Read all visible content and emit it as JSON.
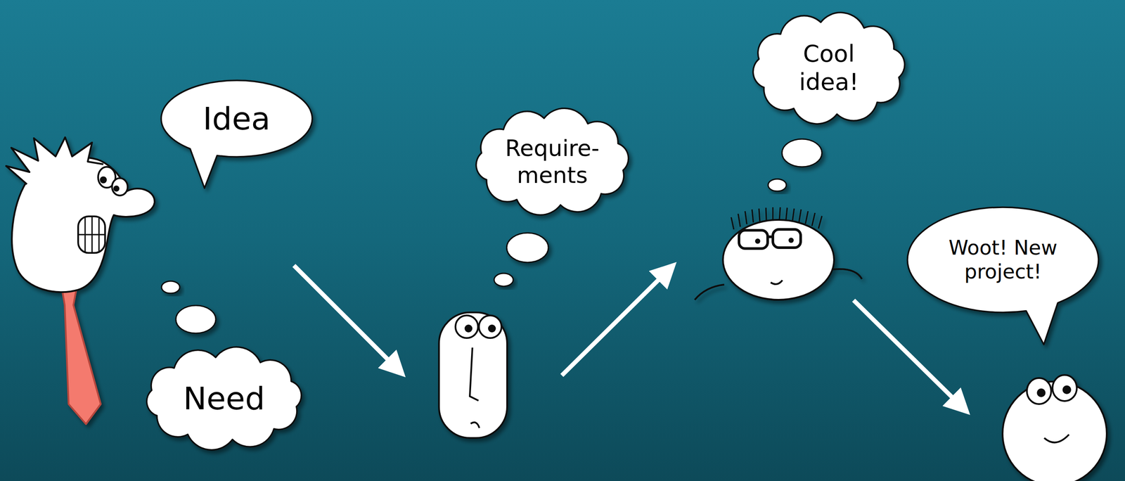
{
  "diagram": {
    "nodes": [
      {
        "text": [
          "Idea"
        ]
      },
      {
        "text": [
          "Need"
        ]
      },
      {
        "text": [
          "Require- ments"
        ]
      },
      {
        "text": [
          "Cool idea!"
        ]
      },
      {
        "text": [
          "Woot! New project!"
        ]
      }
    ]
  }
}
